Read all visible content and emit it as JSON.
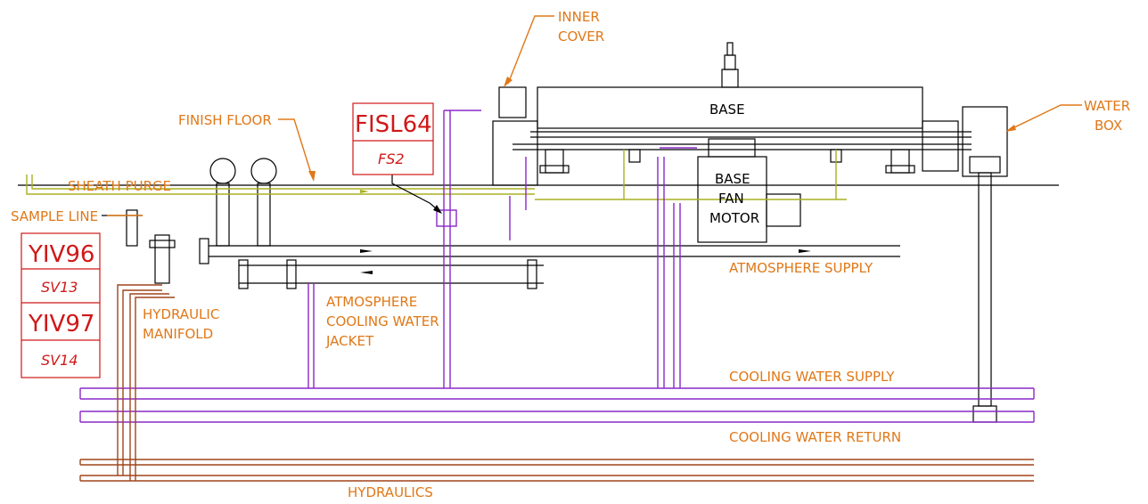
{
  "labels": {
    "inner_cover_1": "INNER",
    "inner_cover_2": "COVER",
    "base": "BASE",
    "water_box_1": "WATER",
    "water_box_2": "BOX",
    "finish_floor": "FINISH FLOOR",
    "sheath_purge": "SHEATH PURGE",
    "sample_line": "SAMPLE LINE",
    "base_fan_motor_1": "BASE",
    "base_fan_motor_2": "FAN",
    "base_fan_motor_3": "MOTOR",
    "atmosphere_supply": "ATMOSPHERE SUPPLY",
    "atm_cooling_1": "ATMOSPHERE",
    "atm_cooling_2": "COOLING WATER",
    "atm_cooling_3": "JACKET",
    "hydraulic_manifold_1": "HYDRAULIC",
    "hydraulic_manifold_2": "MANIFOLD",
    "cooling_water_supply": "COOLING WATER SUPPLY",
    "cooling_water_return": "COOLING WATER RETURN",
    "hydraulics": "HYDRAULICS"
  },
  "tags": {
    "fisl64": "FISL64",
    "fs2": "FS2",
    "yiv96": "YIV96",
    "sv13": "SV13",
    "yiv97": "YIV97",
    "sv14": "SV14"
  },
  "colors": {
    "label": "#e07818",
    "tag": "#d01818",
    "cooling_water": "#8a28c8",
    "hydraulics": "#a0441a",
    "purge": "#a8b020",
    "structure": "#000000"
  }
}
